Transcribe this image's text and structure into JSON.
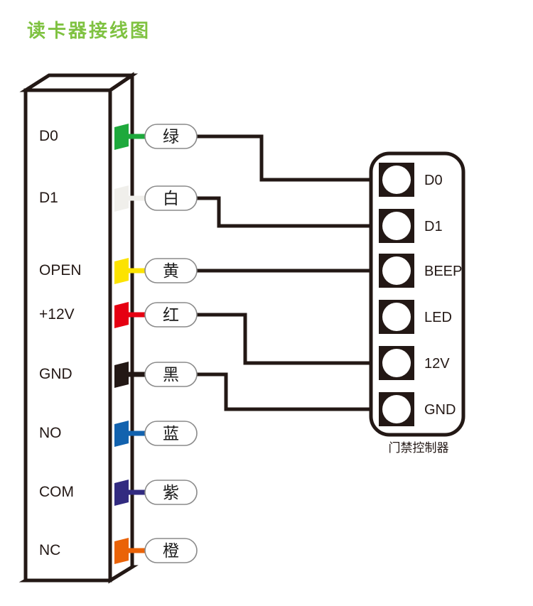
{
  "title": "读卡器接线图",
  "colors": {
    "title_green": "#7fc241",
    "line": "#231815",
    "pill_border": "#8a8a8a",
    "background": "#ffffff"
  },
  "reader": {
    "pins": [
      {
        "pin": "D0",
        "wire_name": "绿",
        "wire_hex": "#1ea93c",
        "connects_to": "D0"
      },
      {
        "pin": "D1",
        "wire_name": "白",
        "wire_hex": "#f0efeb",
        "connects_to": "D1"
      },
      {
        "pin": "OPEN",
        "wire_name": "黄",
        "wire_hex": "#fce300",
        "connects_to": "BEEP"
      },
      {
        "pin": "+12V",
        "wire_name": "红",
        "wire_hex": "#e60012",
        "connects_to": "12V"
      },
      {
        "pin": "GND",
        "wire_name": "黑",
        "wire_hex": "#231815",
        "connects_to": "GND"
      },
      {
        "pin": "NO",
        "wire_name": "蓝",
        "wire_hex": "#1262ae",
        "connects_to": ""
      },
      {
        "pin": "COM",
        "wire_name": "紫",
        "wire_hex": "#322b80",
        "connects_to": ""
      },
      {
        "pin": "NC",
        "wire_name": "橙",
        "wire_hex": "#ea6308",
        "connects_to": ""
      }
    ]
  },
  "controller": {
    "caption": "门禁控制器",
    "terminals": [
      "D0",
      "D1",
      "BEEP",
      "LED",
      "12V",
      "GND"
    ]
  },
  "layout": {
    "pin_rows_y": [
      192,
      279,
      381,
      443,
      527,
      610,
      693,
      775
    ],
    "terminal_rows_y": [
      253,
      318,
      381,
      446,
      511,
      576
    ],
    "wire_bend_x": {
      "D0": 368,
      "D1": 308,
      "BEEP": 0,
      "12V": 345,
      "GND": 318
    }
  }
}
